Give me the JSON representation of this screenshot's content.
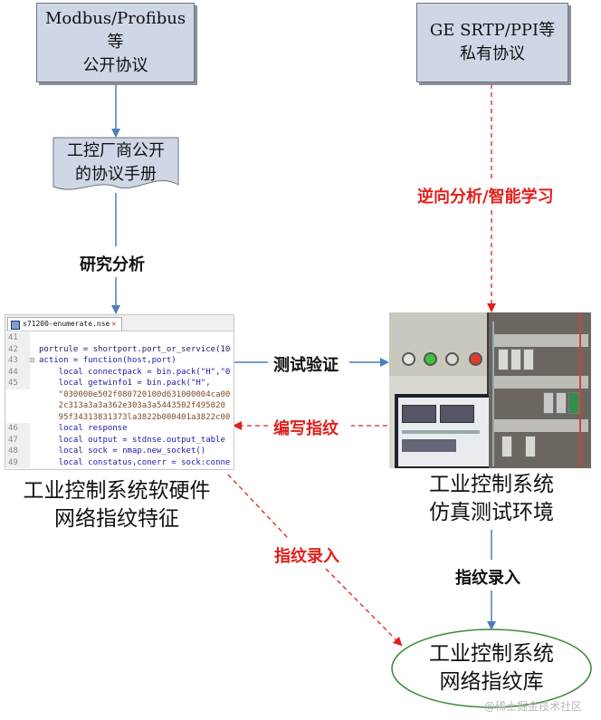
{
  "diagram": {
    "top_left_box": {
      "line1": "Modbus/Profibus等",
      "line2": "公开协议"
    },
    "top_right_box": {
      "line1": "GE SRTP/PPI等",
      "line2": "私有协议"
    },
    "doc_box": {
      "line1": "工控厂商公开",
      "line2": "的协议手册"
    },
    "labels": {
      "study": "研究分析",
      "reverse": "逆向分析/智能学习",
      "test": "测试验证",
      "write": "编写指纹",
      "record_left": "指纹录入",
      "record_right": "指纹录入"
    },
    "captions": {
      "fingerprint": {
        "line1": "工业控制系统软硬件",
        "line2": "网络指纹特征"
      },
      "environment": {
        "line1": "工业控制系统",
        "line2": "仿真测试环境"
      },
      "library": {
        "line1": "工业控制系统",
        "line2": "网络指纹库"
      }
    },
    "editor": {
      "tab": "s71200-enumerate.nse",
      "lines": [
        {
          "n": "41",
          "fold": "",
          "code": ""
        },
        {
          "n": "42",
          "fold": "",
          "code": "portrule = shortport.port_or_service(10"
        },
        {
          "n": "43",
          "fold": "⊟",
          "code": "action = function(host,port)"
        },
        {
          "n": "44",
          "fold": "",
          "code": "    local connectpack = bin.pack(\"H\",\"0"
        },
        {
          "n": "45",
          "fold": "",
          "code": "    local getwinfo1 = bin.pack(\"H\","
        },
        {
          "n": "",
          "fold": "",
          "code": "    \"030000e502f080720100d631000004ca00"
        },
        {
          "n": "",
          "fold": "",
          "code": "    2c313a3a3a362e303a3a5443502f495020"
        },
        {
          "n": "",
          "fold": "",
          "code": "    95f34313831373la3822b000401a3822c00"
        },
        {
          "n": "46",
          "fold": "",
          "code": "    local response"
        },
        {
          "n": "47",
          "fold": "",
          "code": "    local output = stdnse.output_table"
        },
        {
          "n": "48",
          "fold": "",
          "code": "    local sock = nmap.new_socket()"
        },
        {
          "n": "49",
          "fold": "",
          "code": "    local constatus,conerr = sock:conne"
        }
      ]
    },
    "watermark": "@稀土掘金技术社区",
    "colors": {
      "box_fill": "#cfd7e6",
      "blue_arrow": "#4f7bc0",
      "red_arrow": "#e0201b",
      "ellipse_stroke": "#3a8a3a"
    }
  }
}
